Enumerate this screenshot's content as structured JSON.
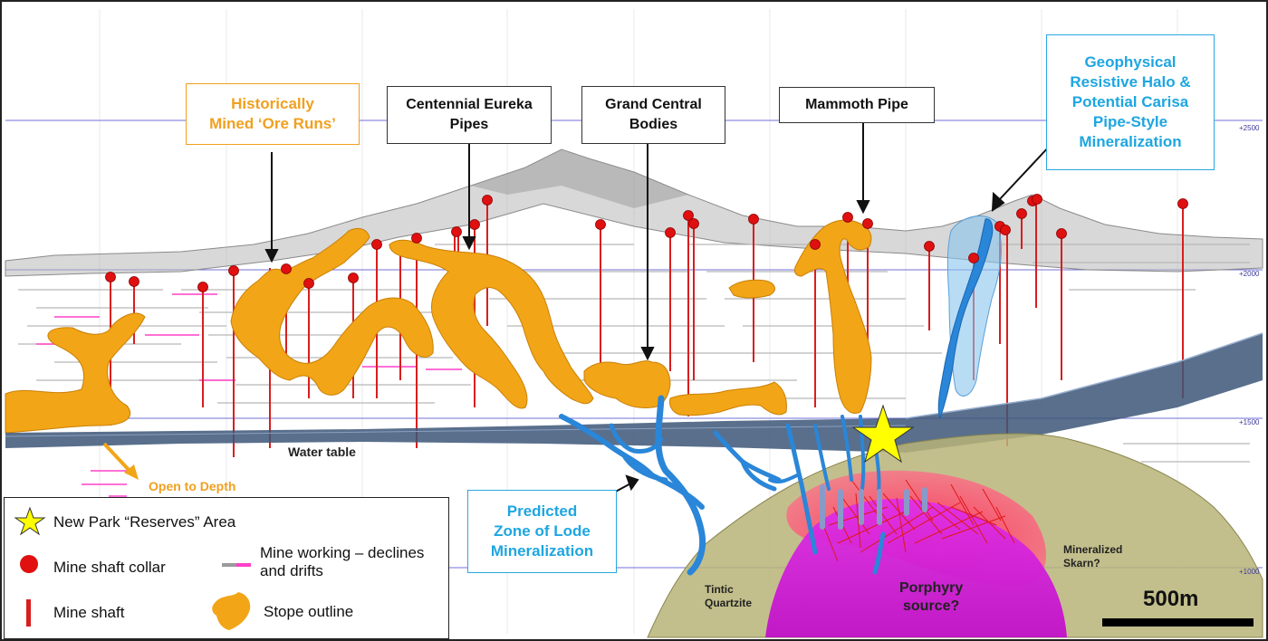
{
  "callouts": {
    "ore_runs": "Historically\nMined ‘Ore Runs’",
    "centennial": "Centennial Eureka\nPipes",
    "grand_central": "Grand Central\nBodies",
    "mammoth": "Mammoth Pipe",
    "geophysical": "Geophysical\nResistive Halo &\nPotential Carisa\nPipe-Style\nMineralization",
    "lode": "Predicted\nZone of Lode\nMineralization"
  },
  "labels": {
    "water_table": "Water table",
    "open_to_depth": "Open to Depth",
    "tintic_quartzite": "Tintic\nQuartzite",
    "porphyry": "Porphyry\nsource?",
    "skarn": "Mineralized\nSkarn?"
  },
  "elevations": [
    "+2500",
    "+2000",
    "+1500",
    "+1000"
  ],
  "legend": {
    "reserves": "New Park “Reserves” Area",
    "collar": "Mine shaft collar",
    "shaft": "Mine shaft",
    "working": "Mine working – declines\nand drifts",
    "stope": "Stope outline"
  },
  "scale": "500m",
  "colors": {
    "stope": "#f2a516",
    "lode": "#2a86d8",
    "collar": "#e01010",
    "shaft": "#d91e1e",
    "reserves_star": "#ffff00",
    "quartzite": "#b8b478",
    "porphyry": "#d020d8",
    "skarn": "#ff4a6a",
    "water_table": "#3c5678",
    "surface": "#b4b4b4",
    "elevation_lines": "#7070d8"
  }
}
